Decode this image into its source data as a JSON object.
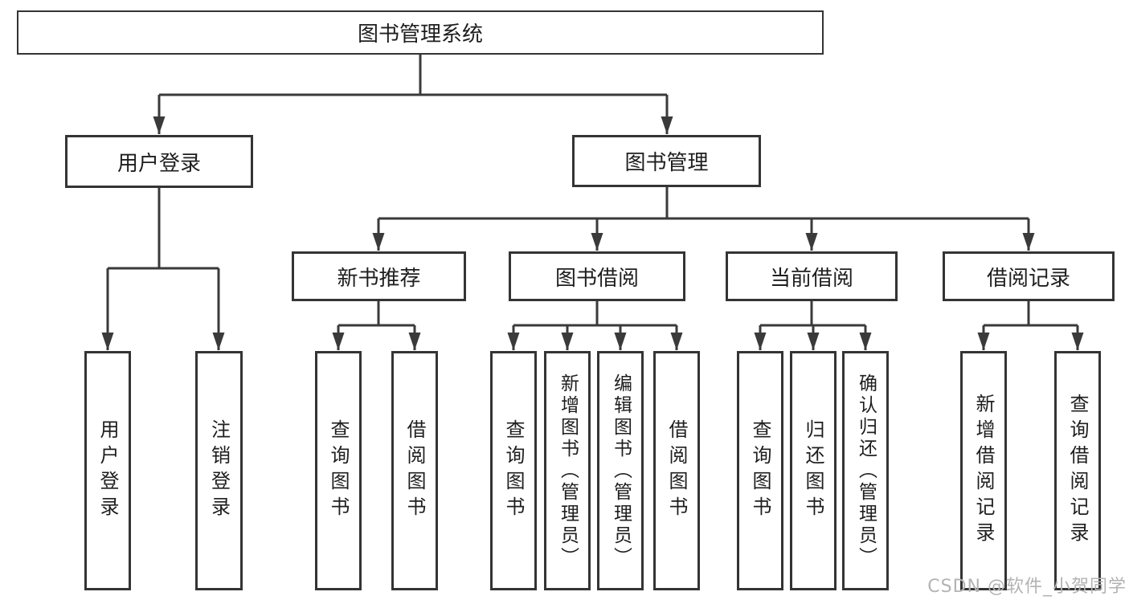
{
  "diagram": {
    "title": "图书管理系统",
    "root": {
      "label": "图书管理系统"
    },
    "level2": [
      {
        "label": "用户登录"
      },
      {
        "label": "图书管理"
      }
    ],
    "level3": [
      {
        "label": "新书推荐"
      },
      {
        "label": "图书借阅"
      },
      {
        "label": "当前借阅"
      },
      {
        "label": "借阅记录"
      }
    ],
    "leaves": {
      "user_login": [
        "用户登录",
        "注销登录"
      ],
      "new_book": [
        "查询图书",
        "借阅图书"
      ],
      "borrow": [
        "查询图书",
        "新增图书（管理员）",
        "编辑图书（管理员）",
        "借阅图书"
      ],
      "current": [
        "查询图书",
        "归还图书",
        "确认归还（管理员）"
      ],
      "records": [
        "新增借阅记录",
        "查询借阅记录"
      ]
    }
  },
  "watermark": {
    "text": "CSDN @软件_小贺同学"
  },
  "colors": {
    "line": "#3a3a3a",
    "border": "#343434",
    "text": "#1e1e1e",
    "watermark": "#b3b3b3",
    "background": "#ffffff"
  }
}
